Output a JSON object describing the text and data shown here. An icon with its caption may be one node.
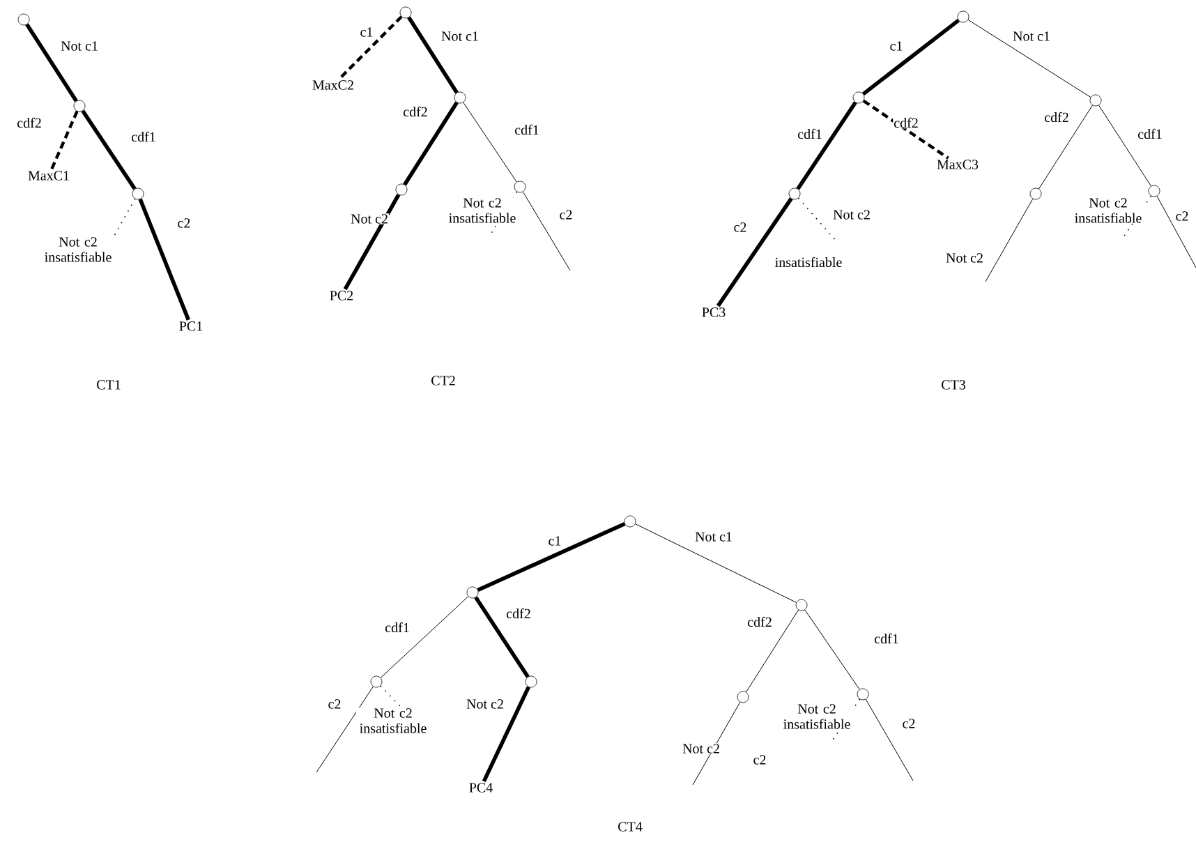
{
  "diagram": {
    "nodes": [
      {
        "text": [],
        "shape": "circle"
      },
      {
        "text": [],
        "shape": "circle"
      },
      {
        "text": [
          "MaxC1"
        ]
      },
      {
        "text": [],
        "shape": "circle"
      },
      {
        "text": [
          "PC1"
        ]
      },
      {
        "text": [],
        "shape": "circle"
      },
      {
        "text": [
          "MaxC2"
        ]
      },
      {
        "text": [],
        "shape": "circle"
      },
      {
        "text": [],
        "shape": "circle"
      },
      {
        "text": [],
        "shape": "circle"
      },
      {
        "text": [
          "PC2"
        ]
      },
      {
        "text": [],
        "shape": "circle"
      },
      {
        "text": [],
        "shape": "circle"
      },
      {
        "text": [],
        "shape": "circle"
      },
      {
        "text": [
          "MaxC3"
        ]
      },
      {
        "text": [],
        "shape": "circle"
      },
      {
        "text": [],
        "shape": "circle"
      },
      {
        "text": [],
        "shape": "circle"
      },
      {
        "text": [
          "PC3"
        ]
      },
      {
        "text": [],
        "shape": "circle"
      },
      {
        "text": [],
        "shape": "circle"
      },
      {
        "text": [],
        "shape": "circle"
      },
      {
        "text": [],
        "shape": "circle"
      },
      {
        "text": [],
        "shape": "circle"
      },
      {
        "text": [],
        "shape": "circle"
      },
      {
        "text": [],
        "shape": "circle"
      },
      {
        "text": [
          "PC4"
        ]
      }
    ],
    "edges": [
      {
        "from": 0,
        "to": 1,
        "arrow": "none",
        "label": "Not c1",
        "style": "thick"
      },
      {
        "from": 1,
        "to": 3,
        "arrow": "none",
        "label": "cdf1",
        "style": "thick"
      },
      {
        "from": 1,
        "to": 2,
        "arrow": "none",
        "label": "cdf2",
        "style": "dashed"
      },
      {
        "from": 3,
        "to": 4,
        "arrow": "none",
        "label": "c2",
        "style": "thick"
      },
      {
        "from": 3,
        "to": null,
        "arrow": "none",
        "label": "Not c2 insatisfiable",
        "style": "dashed"
      },
      {
        "from": 5,
        "to": 6,
        "arrow": "none",
        "label": "c1",
        "style": "dashed"
      },
      {
        "from": 5,
        "to": 7,
        "arrow": "none",
        "label": "Not c1",
        "style": "thick"
      },
      {
        "from": 7,
        "to": 8,
        "arrow": "none",
        "label": "cdf2",
        "style": "thick"
      },
      {
        "from": 7,
        "to": 9,
        "arrow": "none",
        "label": "cdf1"
      },
      {
        "from": 8,
        "to": 10,
        "arrow": "none",
        "label": "Not c2",
        "style": "thick"
      },
      {
        "from": 9,
        "to": null,
        "arrow": "none",
        "label": "c2"
      },
      {
        "from": 9,
        "to": null,
        "arrow": "none",
        "label": "Not c2 insatisfiable",
        "style": "dashed"
      },
      {
        "from": 11,
        "to": 12,
        "arrow": "none",
        "label": "c1",
        "style": "thick"
      },
      {
        "from": 11,
        "to": 13,
        "arrow": "none",
        "label": "Not c1"
      },
      {
        "from": 12,
        "to": 15,
        "arrow": "none",
        "label": "cdf1",
        "style": "thick"
      },
      {
        "from": 12,
        "to": 14,
        "arrow": "none",
        "label": "cdf2",
        "style": "dashed"
      },
      {
        "from": 15,
        "to": 18,
        "arrow": "none",
        "label": "c2",
        "style": "thick"
      },
      {
        "from": 15,
        "to": null,
        "arrow": "none",
        "label": "Not c2",
        "style": "dashed"
      },
      {
        "from": 13,
        "to": 16,
        "arrow": "none",
        "label": "cdf2"
      },
      {
        "from": 13,
        "to": 17,
        "arrow": "none",
        "label": "cdf1"
      },
      {
        "from": 16,
        "to": null,
        "arrow": "none",
        "label": "Not c2"
      },
      {
        "from": 17,
        "to": null,
        "arrow": "none",
        "label": "c2"
      },
      {
        "from": 17,
        "to": null,
        "arrow": "none",
        "label": "Not c2 insatisfiable",
        "style": "dashed"
      },
      {
        "from": 19,
        "to": 20,
        "arrow": "none",
        "label": "c1",
        "style": "thick"
      },
      {
        "from": 19,
        "to": 21,
        "arrow": "none",
        "label": "Not c1"
      },
      {
        "from": 20,
        "to": 22,
        "arrow": "none",
        "label": "cdf1"
      },
      {
        "from": 20,
        "to": 23,
        "arrow": "none",
        "label": "cdf2",
        "style": "thick"
      },
      {
        "from": 22,
        "to": null,
        "arrow": "none",
        "label": "c2"
      },
      {
        "from": 22,
        "to": null,
        "arrow": "none",
        "label": "Not c2 insatisfiable",
        "style": "dashed"
      },
      {
        "from": 23,
        "to": 26,
        "arrow": "none",
        "label": "Not c2",
        "style": "thick"
      },
      {
        "from": 21,
        "to": 24,
        "arrow": "none",
        "label": "cdf2"
      },
      {
        "from": 21,
        "to": 25,
        "arrow": "none",
        "label": "cdf1"
      },
      {
        "from": 24,
        "to": null,
        "arrow": "none",
        "label": "Not c2"
      },
      {
        "from": 25,
        "to": null,
        "arrow": "none",
        "label": "c2"
      },
      {
        "from": 25,
        "to": null,
        "arrow": "none",
        "label": "Not c2 insatisfiable",
        "style": "dashed"
      }
    ],
    "labels": [
      "CT1",
      "CT2",
      "insatisfiable",
      "CT3",
      "c2",
      "CT4"
    ]
  }
}
